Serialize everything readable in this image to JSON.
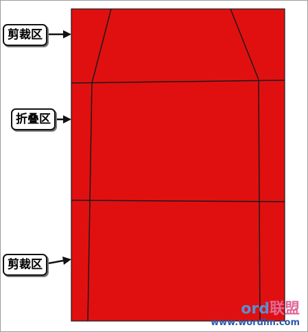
{
  "labels": {
    "top": "剪裁区",
    "middle": "折叠区",
    "bottom": "剪裁区"
  },
  "watermark": {
    "logo_part1": "ord",
    "logo_part2": "联盟",
    "url": "www.wordlm.com"
  },
  "colors": {
    "panel_fill": "#e01010",
    "line": "#1a1a1a"
  }
}
